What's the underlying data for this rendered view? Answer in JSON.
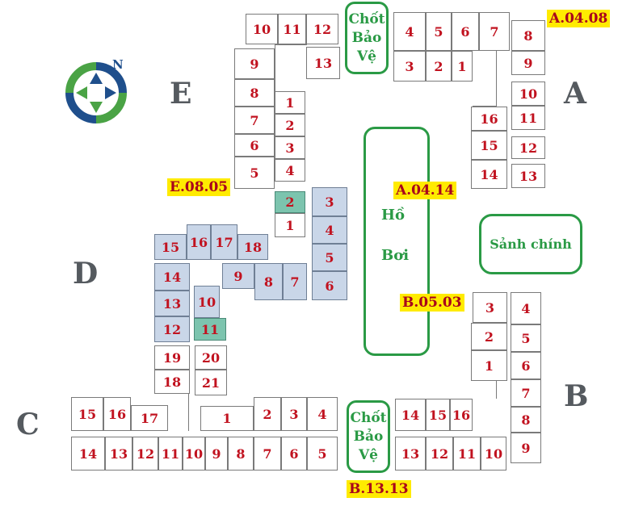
{
  "compass": {
    "north_label": "N"
  },
  "zones": {
    "a": "A",
    "b": "B",
    "c": "C",
    "d": "D",
    "e": "E"
  },
  "unit_codes": {
    "a0408": "A.04.08",
    "a0414": "A.04.14",
    "e0805": "E.08.05",
    "b0503": "B.05.03",
    "b1313": "B.13.13"
  },
  "facilities": {
    "guard_line1": "Chốt",
    "guard_line2": "Bảo",
    "guard_line3": "Vệ",
    "pool_line1": "Hồ",
    "pool_line2": "Bơi",
    "lobby": "Sảnh chính"
  },
  "colors": {
    "highlight_blue": "#c9d6e8",
    "highlight_teal": "#7cc4ae",
    "unit_number": "#c1121f",
    "facility_green": "#2a9a45",
    "tag_yellow": "#ffeb00"
  },
  "units": [
    {
      "label": "10"
    },
    {
      "label": "11"
    },
    {
      "label": "12"
    },
    {
      "label": "13"
    },
    {
      "label": "9"
    },
    {
      "label": "8"
    },
    {
      "label": "7"
    },
    {
      "label": "6"
    },
    {
      "label": "5"
    },
    {
      "label": "1"
    },
    {
      "label": "2"
    },
    {
      "label": "3"
    },
    {
      "label": "4"
    },
    {
      "label": "2"
    },
    {
      "label": "1"
    },
    {
      "label": "4"
    },
    {
      "label": "5"
    },
    {
      "label": "6"
    },
    {
      "label": "7"
    },
    {
      "label": "3"
    },
    {
      "label": "2"
    },
    {
      "label": "1"
    },
    {
      "label": "8"
    },
    {
      "label": "9"
    },
    {
      "label": "10"
    },
    {
      "label": "11"
    },
    {
      "label": "12"
    },
    {
      "label": "13"
    },
    {
      "label": "16"
    },
    {
      "label": "15"
    },
    {
      "label": "14"
    },
    {
      "label": "3"
    },
    {
      "label": "4"
    },
    {
      "label": "5"
    },
    {
      "label": "6"
    },
    {
      "label": "15"
    },
    {
      "label": "16"
    },
    {
      "label": "17"
    },
    {
      "label": "18"
    },
    {
      "label": "9"
    },
    {
      "label": "8"
    },
    {
      "label": "7"
    },
    {
      "label": "14"
    },
    {
      "label": "13"
    },
    {
      "label": "12"
    },
    {
      "label": "10"
    },
    {
      "label": "11"
    },
    {
      "label": "19"
    },
    {
      "label": "18"
    },
    {
      "label": "20"
    },
    {
      "label": "21"
    },
    {
      "label": "15"
    },
    {
      "label": "16"
    },
    {
      "label": "17"
    },
    {
      "label": "1"
    },
    {
      "label": "2"
    },
    {
      "label": "3"
    },
    {
      "label": "4"
    },
    {
      "label": "14"
    },
    {
      "label": "13"
    },
    {
      "label": "12"
    },
    {
      "label": "11"
    },
    {
      "label": "10"
    },
    {
      "label": "9"
    },
    {
      "label": "8"
    },
    {
      "label": "7"
    },
    {
      "label": "6"
    },
    {
      "label": "5"
    },
    {
      "label": "3"
    },
    {
      "label": "2"
    },
    {
      "label": "1"
    },
    {
      "label": "4"
    },
    {
      "label": "5"
    },
    {
      "label": "6"
    },
    {
      "label": "7"
    },
    {
      "label": "8"
    },
    {
      "label": "9"
    },
    {
      "label": "14"
    },
    {
      "label": "15"
    },
    {
      "label": "16"
    },
    {
      "label": "13"
    },
    {
      "label": "12"
    },
    {
      "label": "11"
    },
    {
      "label": "10"
    }
  ]
}
